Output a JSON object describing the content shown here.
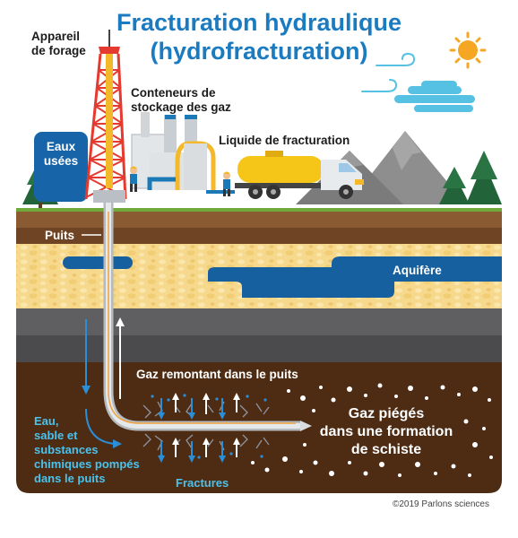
{
  "title_line1": "Fracturation hydraulique",
  "title_line2": "(hydrofracturation)",
  "labels": {
    "drilling_rig": [
      "Appareil",
      "de forage"
    ],
    "gas_storage": [
      "Conteneurs de",
      "stockage des gaz"
    ],
    "frac_fluid": "Liquide de fracturation",
    "wastewater": [
      "Eaux",
      "usées"
    ],
    "well": "Puits",
    "aquifer": "Aquifère",
    "gas_rising": "Gaz remontant dans le puits",
    "trapped_gas": [
      "Gaz piégés",
      "dans une formation",
      "de schiste"
    ],
    "pumped_in": [
      "Eau,",
      "sable et",
      "substances",
      "chimiques pompés",
      "dans le puits"
    ],
    "fractures": "Fractures"
  },
  "copyright": "©2019 Parlons sciences",
  "colors": {
    "title": "#1a7bc1",
    "cyan_text": "#49c3ee",
    "grass": "#6fa93a",
    "topsoil": "#7a4a2a",
    "sand": "#f6d98c",
    "water": "#17609f",
    "rock_grey": "#5f5f61",
    "shale": "#4e2c14",
    "pipe": "#cfd3d6",
    "rig_red": "#e53a2f",
    "truck_yellow": "#f5c518"
  }
}
